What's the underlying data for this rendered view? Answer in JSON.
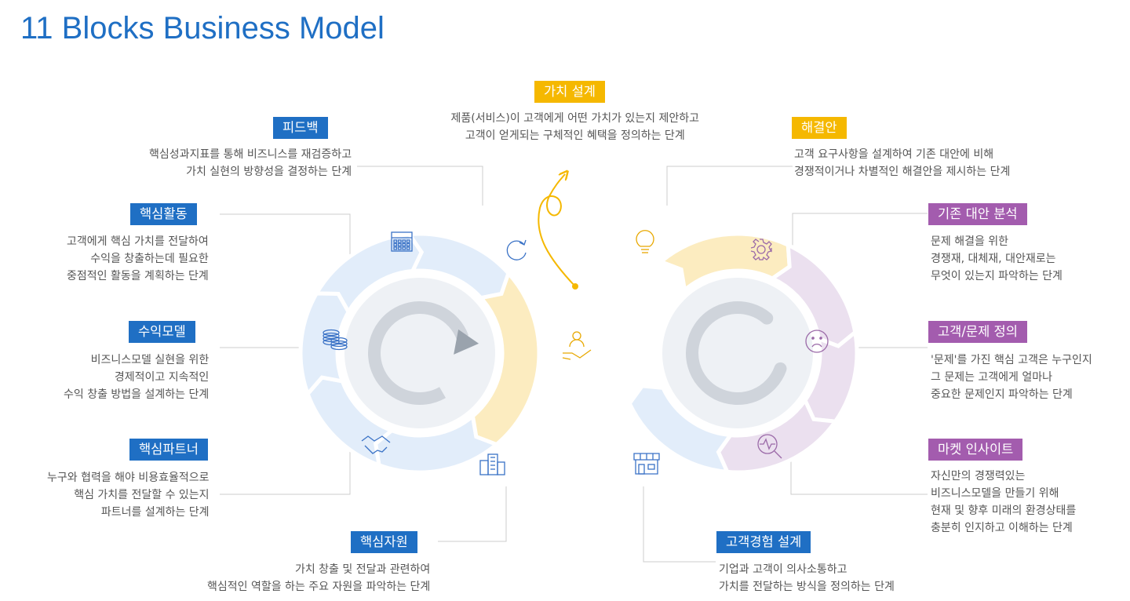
{
  "title": "11 Blocks Business Model",
  "colors": {
    "blue": "#1f6fc4",
    "gold": "#f5b800",
    "purple": "#a35cae",
    "light_blue": "#e2edfa",
    "light_gold": "#fcecc0",
    "light_purple": "#ebe0ef",
    "connector": "#cccccc"
  },
  "blocks": [
    {
      "id": "feedback",
      "label": "피드백",
      "color": "blue",
      "icon": "refresh-icon",
      "desc": [
        "핵심성과지표를 통해 비즈니스를 재검증하고",
        "가치 실현의 방향성을 결정하는 단계"
      ]
    },
    {
      "id": "key-activities",
      "label": "핵심활동",
      "color": "blue",
      "icon": "calendar-icon",
      "desc": [
        "고객에게 핵심 가치를 전달하여",
        "수익을 창출하는데 필요한",
        "중점적인 활동을 계획하는 단계"
      ]
    },
    {
      "id": "revenue-model",
      "label": "수익모델",
      "color": "blue",
      "icon": "coins-icon",
      "desc": [
        "비즈니스모델 실현을 위한",
        "경제적이고 지속적인",
        "수익 창출 방법을 설계하는 단계"
      ]
    },
    {
      "id": "key-partners",
      "label": "핵심파트너",
      "color": "blue",
      "icon": "handshake-icon",
      "desc": [
        "누구와 협력을 해야 비용효율적으로",
        "핵심 가치를 전달할 수 있는지",
        "파트너를 설계하는 단계"
      ]
    },
    {
      "id": "key-resources",
      "label": "핵심자원",
      "color": "blue",
      "icon": "buildings-icon",
      "desc": [
        "가치 창출 및 전달과 관련하여",
        "핵심적인 역할을 하는 주요 자원을 파악하는 단계"
      ]
    },
    {
      "id": "value-design",
      "label": "가치 설계",
      "color": "gold",
      "icon": "hand-person-icon",
      "desc": [
        "제품(서비스)이 고객에게 어떤 가치가 있는지 제안하고",
        "고객이 얻게되는 구체적인 혜택을 정의하는 단계"
      ]
    },
    {
      "id": "solution",
      "label": "해결안",
      "color": "gold",
      "icon": "lightbulb-icon",
      "desc": [
        "고객 요구사항을 설계하여 기존 대안에 비해",
        "경쟁적이거나 차별적인 해결안을 제시하는 단계"
      ]
    },
    {
      "id": "existing-alternatives",
      "label": "기존 대안 분석",
      "color": "purple",
      "icon": "gear-icon",
      "desc": [
        "문제 해결을 위한",
        "경쟁재, 대체재, 대안재로는",
        "무엇이 있는지 파악하는 단계"
      ]
    },
    {
      "id": "customer-problem",
      "label": "고객/문제 정의",
      "color": "purple",
      "icon": "sad-face-icon",
      "desc": [
        "'문제'를 가진 핵심 고객은 누구인지",
        "그 문제는 고객에게 얼마나",
        "중요한 문제인지 파악하는 단계"
      ]
    },
    {
      "id": "market-insight",
      "label": "마켓 인사이트",
      "color": "purple",
      "icon": "analytics-search-icon",
      "desc": [
        "자신만의 경쟁력있는",
        "비즈니스모델을 만들기 위해",
        "현재 및 향후 미래의 환경상태를",
        "충분히 인지하고 이해하는 단계"
      ]
    },
    {
      "id": "cx-design",
      "label": "고객경험 설계",
      "color": "blue",
      "icon": "storefront-icon",
      "desc": [
        "기업과 고객이 의사소통하고",
        "가치를 전달하는 방식을 정의하는 단계"
      ]
    }
  ]
}
